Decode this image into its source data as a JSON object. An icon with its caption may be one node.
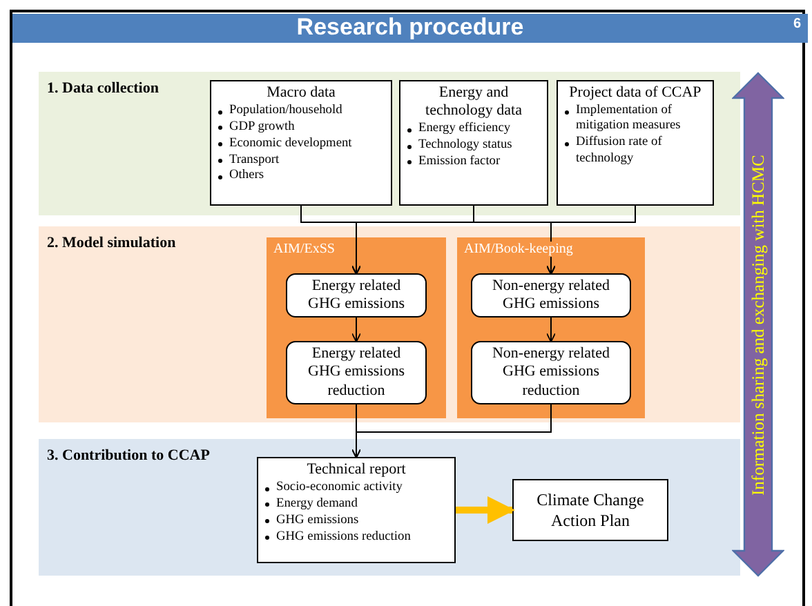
{
  "diagram": {
    "title": "Research procedure",
    "nodes": [
      {
        "text": [
          "1. Data collection"
        ]
      },
      {
        "text": [
          "Macro data",
          "Population/household",
          "GDP growth",
          "Economic development",
          "Transport",
          "Others"
        ],
        "in": 0
      },
      {
        "text": [
          "Energy and technology data",
          "Energy efficiency",
          "Technology status",
          "Emission factor"
        ],
        "in": 0
      },
      {
        "text": [
          "Project data of CCAP",
          "Implementation of mitigation measures",
          "Diffusion rate of technology"
        ],
        "in": 0
      },
      {
        "text": [
          "2. Model simulation"
        ]
      },
      {
        "text": [
          "AIM/ExSS"
        ],
        "in": 4
      },
      {
        "text": [
          "Energy related GHG emissions"
        ],
        "in": 5
      },
      {
        "text": [
          "Energy related GHG emissions reduction"
        ],
        "in": 5
      },
      {
        "text": [
          "AIM/Book-keeping"
        ],
        "in": 4
      },
      {
        "text": [
          "Non-energy related GHG emissions"
        ],
        "in": 8
      },
      {
        "text": [
          "Non-energy related GHG emissions reduction"
        ],
        "in": 8
      },
      {
        "text": [
          "3. Contribution to CCAP"
        ]
      },
      {
        "text": [
          "Technical report",
          "Socio-economic activity",
          "Energy demand",
          "GHG emissions",
          "GHG emissions reduction"
        ],
        "in": 11
      },
      {
        "text": [
          "Climate Change Action Plan"
        ],
        "in": 11
      },
      {
        "text": [
          "Information sharing and exchanging with HCMC"
        ]
      }
    ],
    "edges": [
      {
        "from": 1,
        "to": 6,
        "arrow": "to"
      },
      {
        "from": 2,
        "to": 6,
        "arrow": "to"
      },
      {
        "from": 3,
        "to": 6,
        "arrow": "to"
      },
      {
        "from": 1,
        "to": 9,
        "arrow": "to"
      },
      {
        "from": 2,
        "to": 9,
        "arrow": "to"
      },
      {
        "from": 3,
        "to": 9,
        "arrow": "to"
      },
      {
        "from": 6,
        "to": 7,
        "arrow": "to"
      },
      {
        "from": 9,
        "to": 10,
        "arrow": "to"
      },
      {
        "from": 7,
        "to": 12,
        "arrow": "to"
      },
      {
        "from": 10,
        "to": 12,
        "arrow": "to"
      },
      {
        "from": 12,
        "to": 13,
        "arrow": "to",
        "style": "thick",
        "color": "#ffc000"
      }
    ],
    "labels": [
      "6"
    ]
  }
}
